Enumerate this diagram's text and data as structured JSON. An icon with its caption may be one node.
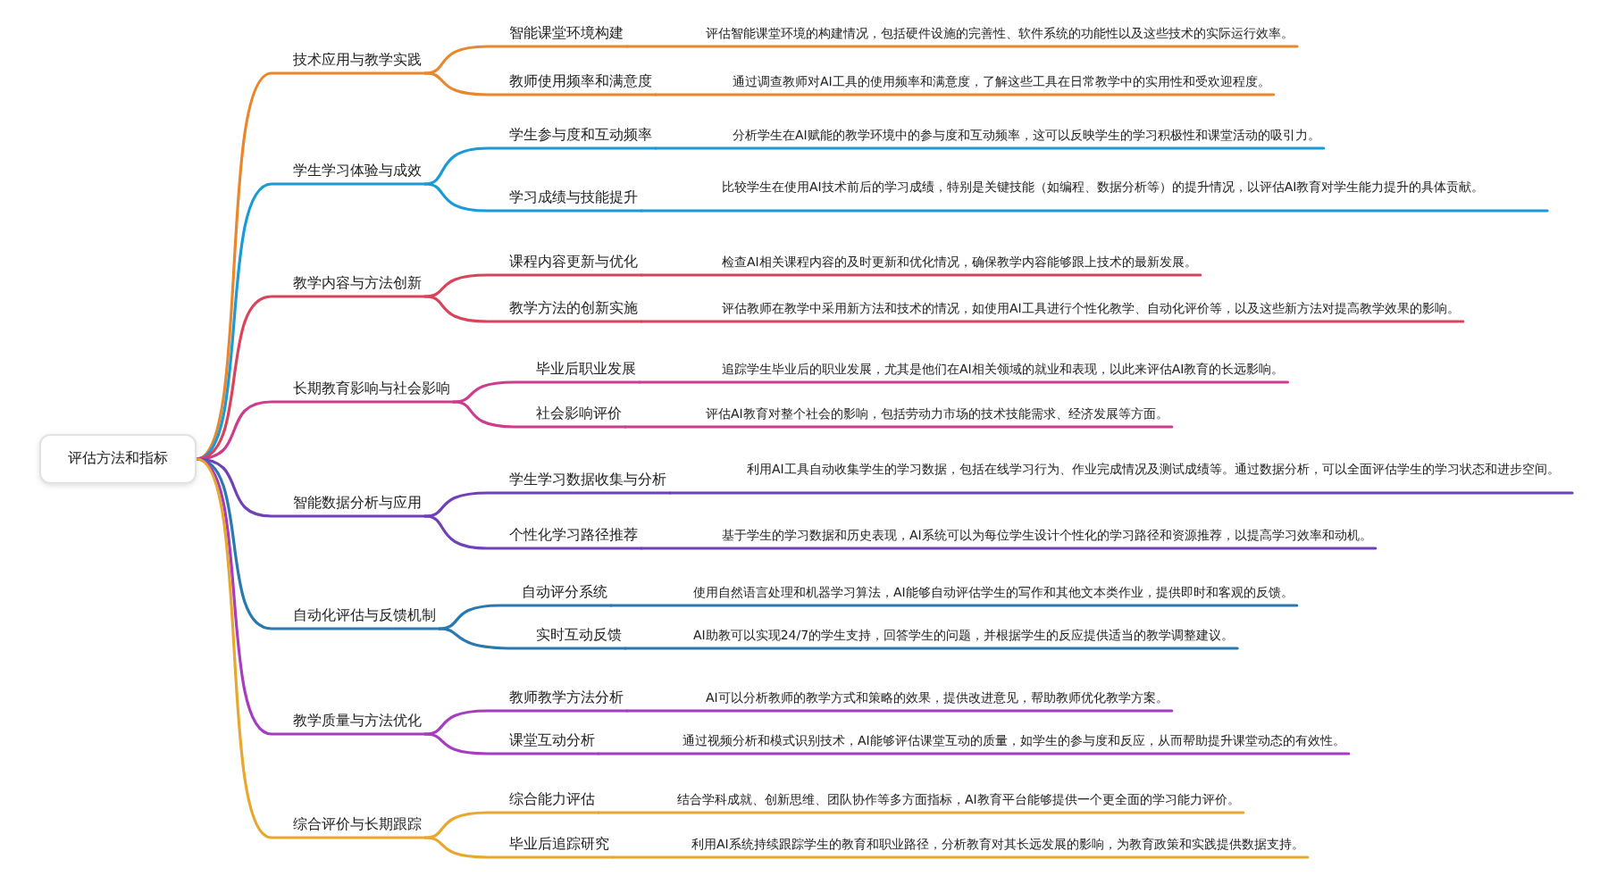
{
  "diagram": {
    "nodes": [
      {
        "text": [
          "评估方法和指标"
        ]
      },
      {
        "text": [
          "技术应用与教学实践"
        ]
      },
      {
        "text": [
          "智能课堂环境构建"
        ]
      },
      {
        "text": [
          "评估智能课堂环境的构建情况，包括硬件设施的完善性、软件系统的功能性以及这些技术的实际运行效率。"
        ]
      },
      {
        "text": [
          "教师使用频率和满意度"
        ]
      },
      {
        "text": [
          "通过调查教师对AI工具的使用频率和满意度，了解这些工具在日常教学中的实用性和受欢迎程度。"
        ]
      },
      {
        "text": [
          "学生学习体验与成效"
        ]
      },
      {
        "text": [
          "学生参与度和互动频率"
        ]
      },
      {
        "text": [
          "分析学生在AI赋能的教学环境中的参与度和互动频率，这可以反映学生的学习积极性和课堂活动的吸引力。"
        ]
      },
      {
        "text": [
          "学习成绩与技能提升"
        ]
      },
      {
        "text": [
          "比较学生在使用AI技术前后的学习成绩，特别是关键技能（如编程、数据分析等）的提升情况，以评估AI教育对学生能力提升的具体贡献。"
        ]
      },
      {
        "text": [
          "教学内容与方法创新"
        ]
      },
      {
        "text": [
          "课程内容更新与优化"
        ]
      },
      {
        "text": [
          "检查AI相关课程内容的及时更新和优化情况，确保教学内容能够跟上技术的最新发展。"
        ]
      },
      {
        "text": [
          "教学方法的创新实施"
        ]
      },
      {
        "text": [
          "评估教师在教学中采用新方法和技术的情况，如使用AI工具进行个性化教学、自动化评价等，以及这些新方法对提高教学效果的影响。"
        ]
      },
      {
        "text": [
          "长期教育影响与社会影响"
        ]
      },
      {
        "text": [
          "毕业后职业发展"
        ]
      },
      {
        "text": [
          "追踪学生毕业后的职业发展，尤其是他们在AI相关领域的就业和表现，以此来评估AI教育的长远影响。"
        ]
      },
      {
        "text": [
          "社会影响评价"
        ]
      },
      {
        "text": [
          "评估AI教育对整个社会的影响，包括劳动力市场的技术技能需求、经济发展等方面。"
        ]
      },
      {
        "text": [
          "智能数据分析与应用"
        ]
      },
      {
        "text": [
          "学生学习数据收集与分析"
        ]
      },
      {
        "text": [
          "利用AI工具自动收集学生的学习数据，包括在线学习行为、作业完成情况及测试成绩等。通过数据分析，可以全面评估学生的学习状态和进步空间。"
        ]
      },
      {
        "text": [
          "个性化学习路径推荐"
        ]
      },
      {
        "text": [
          "基于学生的学习数据和历史表现，AI系统可以为每位学生设计个性化的学习路径和资源推荐，以提高学习效率和动机。"
        ]
      },
      {
        "text": [
          "自动化评估与反馈机制"
        ]
      },
      {
        "text": [
          "自动评分系统"
        ]
      },
      {
        "text": [
          "使用自然语言处理和机器学习算法，AI能够自动评估学生的写作和其他文本类作业，提供即时和客观的反馈。"
        ]
      },
      {
        "text": [
          "实时互动反馈"
        ]
      },
      {
        "text": [
          "AI助教可以实现24/7的学生支持，回答学生的问题，并根据学生的反应提供适当的教学调整建议。"
        ]
      },
      {
        "text": [
          "教学质量与方法优化"
        ]
      },
      {
        "text": [
          "教师教学方法分析"
        ]
      },
      {
        "text": [
          "AI可以分析教师的教学方式和策略的效果，提供改进意见，帮助教师优化教学方案。"
        ]
      },
      {
        "text": [
          "课堂互动分析"
        ]
      },
      {
        "text": [
          "通过视频分析和模式识别技术，AI能够评估课堂互动的质量，如学生的参与度和反应，从而帮助提升课堂动态的有效性。"
        ]
      },
      {
        "text": [
          "综合评价与长期跟踪"
        ]
      },
      {
        "text": [
          "综合能力评估"
        ]
      },
      {
        "text": [
          "结合学科成就、创新思维、团队协作等多方面指标，AI教育平台能够提供一个更全面的学习能力评价。"
        ]
      },
      {
        "text": [
          "毕业后追踪研究"
        ]
      },
      {
        "text": [
          "利用AI系统持续跟踪学生的教育和职业路径，分析教育对其长远发展的影响，为教育政策和实践提供数据支持。"
        ]
      }
    ],
    "edges": [
      {
        "from": 0,
        "to": 1,
        "arrow": "none",
        "color": "#e8872e"
      },
      {
        "from": 1,
        "to": 2,
        "arrow": "none",
        "color": "#e8872e"
      },
      {
        "from": 2,
        "to": 3,
        "arrow": "none",
        "color": "#e8872e"
      },
      {
        "from": 1,
        "to": 4,
        "arrow": "none",
        "color": "#e8872e"
      },
      {
        "from": 4,
        "to": 5,
        "arrow": "none",
        "color": "#e8872e"
      },
      {
        "from": 0,
        "to": 6,
        "arrow": "none",
        "color": "#1a9ad6"
      },
      {
        "from": 6,
        "to": 7,
        "arrow": "none",
        "color": "#1a9ad6"
      },
      {
        "from": 7,
        "to": 8,
        "arrow": "none",
        "color": "#1a9ad6"
      },
      {
        "from": 6,
        "to": 9,
        "arrow": "none",
        "color": "#1a9ad6"
      },
      {
        "from": 9,
        "to": 10,
        "arrow": "none",
        "color": "#1a9ad6"
      },
      {
        "from": 0,
        "to": 11,
        "arrow": "none",
        "color": "#d9445a"
      },
      {
        "from": 11,
        "to": 12,
        "arrow": "none",
        "color": "#d9445a"
      },
      {
        "from": 12,
        "to": 13,
        "arrow": "none",
        "color": "#d9445a"
      },
      {
        "from": 11,
        "to": 14,
        "arrow": "none",
        "color": "#d9445a"
      },
      {
        "from": 14,
        "to": 15,
        "arrow": "none",
        "color": "#d9445a"
      },
      {
        "from": 0,
        "to": 16,
        "arrow": "none",
        "color": "#cc3c8f"
      },
      {
        "from": 16,
        "to": 17,
        "arrow": "none",
        "color": "#cc3c8f"
      },
      {
        "from": 17,
        "to": 18,
        "arrow": "none",
        "color": "#cc3c8f"
      },
      {
        "from": 16,
        "to": 19,
        "arrow": "none",
        "color": "#cc3c8f"
      },
      {
        "from": 19,
        "to": 20,
        "arrow": "none",
        "color": "#cc3c8f"
      },
      {
        "from": 0,
        "to": 21,
        "arrow": "none",
        "color": "#7040b8"
      },
      {
        "from": 21,
        "to": 22,
        "arrow": "none",
        "color": "#7040b8"
      },
      {
        "from": 22,
        "to": 23,
        "arrow": "none",
        "color": "#7040b8"
      },
      {
        "from": 21,
        "to": 24,
        "arrow": "none",
        "color": "#7040b8"
      },
      {
        "from": 24,
        "to": 25,
        "arrow": "none",
        "color": "#7040b8"
      },
      {
        "from": 0,
        "to": 26,
        "arrow": "none",
        "color": "#2a78b0"
      },
      {
        "from": 26,
        "to": 27,
        "arrow": "none",
        "color": "#2a78b0"
      },
      {
        "from": 27,
        "to": 28,
        "arrow": "none",
        "color": "#2a78b0"
      },
      {
        "from": 26,
        "to": 29,
        "arrow": "none",
        "color": "#2a78b0"
      },
      {
        "from": 29,
        "to": 30,
        "arrow": "none",
        "color": "#2a78b0"
      },
      {
        "from": 0,
        "to": 31,
        "arrow": "none",
        "color": "#a63cbf"
      },
      {
        "from": 31,
        "to": 32,
        "arrow": "none",
        "color": "#a63cbf"
      },
      {
        "from": 32,
        "to": 33,
        "arrow": "none",
        "color": "#a63cbf"
      },
      {
        "from": 31,
        "to": 34,
        "arrow": "none",
        "color": "#a63cbf"
      },
      {
        "from": 34,
        "to": 35,
        "arrow": "none",
        "color": "#a63cbf"
      },
      {
        "from": 0,
        "to": 36,
        "arrow": "none",
        "color": "#e8a72e"
      },
      {
        "from": 36,
        "to": 37,
        "arrow": "none",
        "color": "#e8a72e"
      },
      {
        "from": 37,
        "to": 38,
        "arrow": "none",
        "color": "#e8a72e"
      },
      {
        "from": 36,
        "to": 39,
        "arrow": "none",
        "color": "#e8a72e"
      },
      {
        "from": 39,
        "to": 40,
        "arrow": "none",
        "color": "#e8a72e"
      }
    ]
  }
}
